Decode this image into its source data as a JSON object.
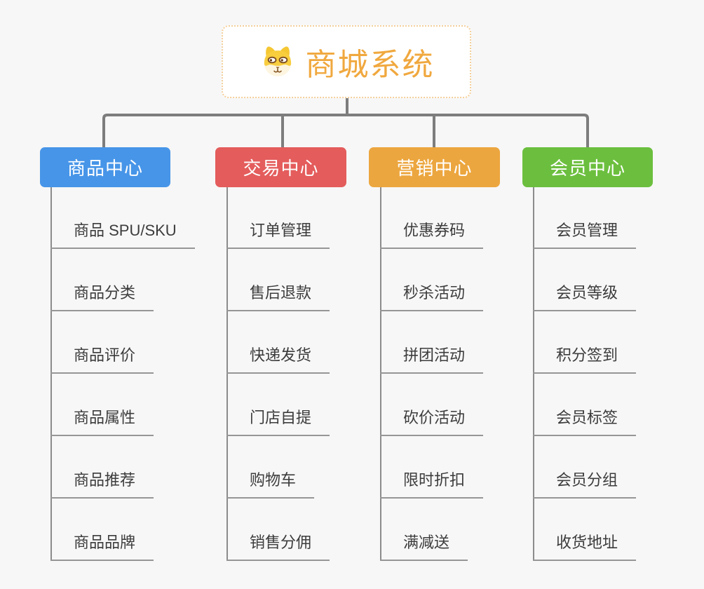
{
  "root": {
    "title": "商城系统",
    "icon": "shiba-dog-face-icon"
  },
  "colors": {
    "background": "#f7f7f7",
    "connector": "#7d7d7d",
    "trunk": "#8c8c8c",
    "underline": "#969696",
    "root_border": "#f4cf9a",
    "root_title": "#f0a83e",
    "leaf_text": "#3c3c3c"
  },
  "branches": [
    {
      "label": "商品中心",
      "color": "#4795e8",
      "items": [
        "商品 SPU/SKU",
        "商品分类",
        "商品评价",
        "商品属性",
        "商品推荐",
        "商品品牌"
      ]
    },
    {
      "label": "交易中心",
      "color": "#e45c5c",
      "items": [
        "订单管理",
        "售后退款",
        "快递发货",
        "门店自提",
        "购物车",
        "销售分佣"
      ]
    },
    {
      "label": "营销中心",
      "color": "#eca63f",
      "items": [
        "优惠券码",
        "秒杀活动",
        "拼团活动",
        "砍价活动",
        "限时折扣",
        "满减送"
      ]
    },
    {
      "label": "会员中心",
      "color": "#6cbf3e",
      "items": [
        "会员管理",
        "会员等级",
        "积分签到",
        "会员标签",
        "会员分组",
        "收货地址"
      ]
    }
  ]
}
